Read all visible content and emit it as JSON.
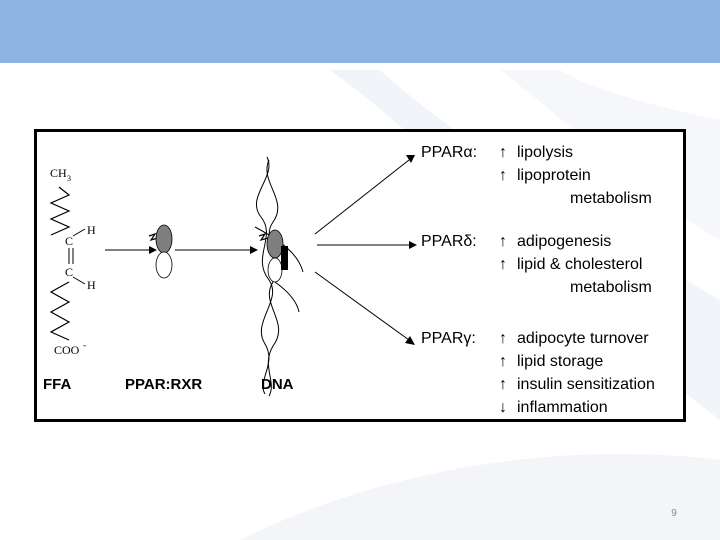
{
  "slide": {
    "page_number": "9",
    "header_color": "#8db3e2"
  },
  "diagram": {
    "molecule": {
      "ch3": "CH",
      "ch3_sub": "3",
      "h_top": "H",
      "c_top": "C",
      "c_bottom": "C",
      "h_bottom": "H",
      "coo": "COO",
      "coo_sup": "-"
    },
    "labels": {
      "ffa": "FFA",
      "ppar_rxr": "PPAR:RXR",
      "dna": "DNA"
    },
    "receptors": [
      {
        "name": "PPARα:",
        "effects": [
          {
            "arrow": "up",
            "text": "lipolysis"
          },
          {
            "arrow": "up",
            "text": "lipoprotein"
          },
          {
            "arrow": "none",
            "text": "metabolism"
          }
        ]
      },
      {
        "name": "PPARδ:",
        "effects": [
          {
            "arrow": "up",
            "text": "adipogenesis"
          },
          {
            "arrow": "up",
            "text": "lipid & cholesterol"
          },
          {
            "arrow": "none",
            "text": "metabolism"
          }
        ]
      },
      {
        "name": "PPARγ:",
        "effects": [
          {
            "arrow": "up",
            "text": "adipocyte turnover"
          },
          {
            "arrow": "up",
            "text": "lipid storage"
          },
          {
            "arrow": "up",
            "text": "insulin sensitization"
          },
          {
            "arrow": "down",
            "text": "inflammation"
          }
        ]
      }
    ],
    "arrow_glyphs": {
      "up": "↑",
      "down": "↓"
    }
  }
}
